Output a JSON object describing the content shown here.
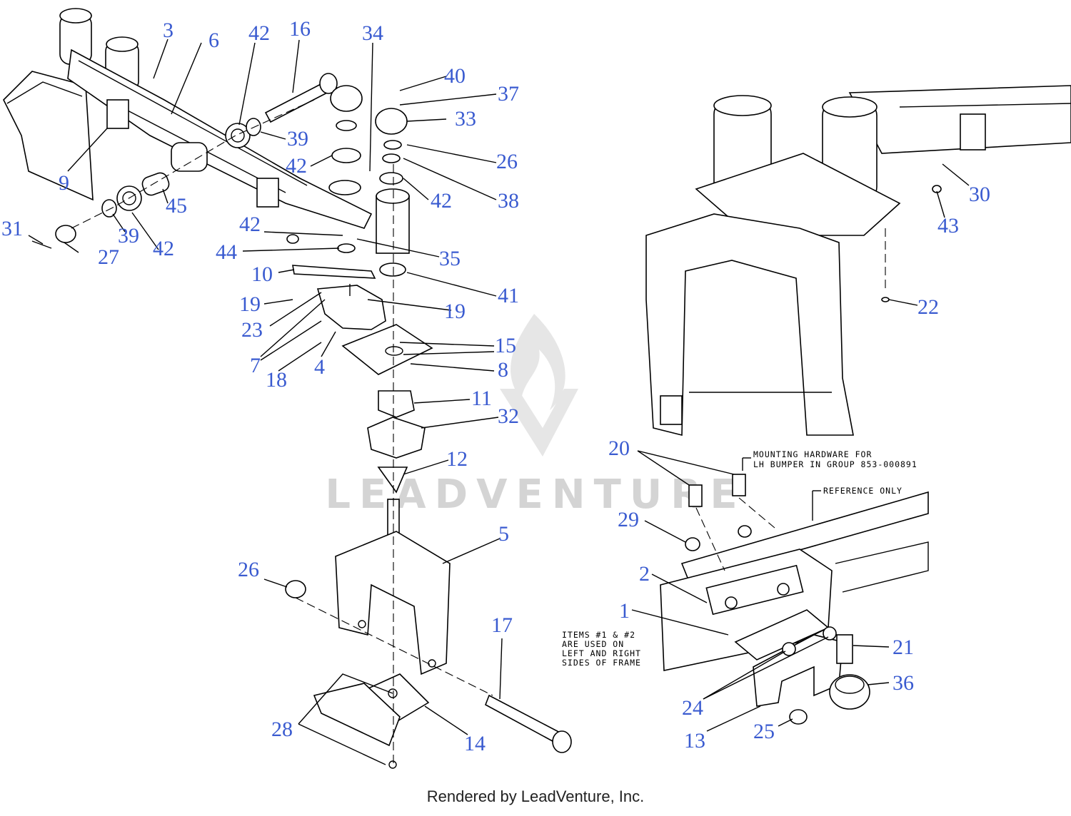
{
  "footer": "Rendered by LeadVenture, Inc.",
  "watermark": "LEADVENTURE",
  "notes": {
    "mounting_1": "MOUNTING HARDWARE FOR",
    "mounting_2": "LH BUMPER IN GROUP 853-000891",
    "reference": "REFERENCE ONLY",
    "items_1": "ITEMS #1 & #2",
    "items_2": "ARE USED ON",
    "items_3": "LEFT AND RIGHT",
    "items_4": "SIDES OF FRAME"
  },
  "colors": {
    "callout": "#3a5bd0",
    "line": "#000000",
    "watermark": "#d4d4d4"
  },
  "callouts": [
    {
      "id": "c3",
      "label": "3"
    },
    {
      "id": "c6",
      "label": "6"
    },
    {
      "id": "c42a",
      "label": "42"
    },
    {
      "id": "c16",
      "label": "16"
    },
    {
      "id": "c34",
      "label": "34"
    },
    {
      "id": "c40",
      "label": "40"
    },
    {
      "id": "c37",
      "label": "37"
    },
    {
      "id": "c33",
      "label": "33"
    },
    {
      "id": "c26a",
      "label": "26"
    },
    {
      "id": "c39a",
      "label": "39"
    },
    {
      "id": "c42b",
      "label": "42"
    },
    {
      "id": "c38",
      "label": "38"
    },
    {
      "id": "c42c",
      "label": "42"
    },
    {
      "id": "c9",
      "label": "9"
    },
    {
      "id": "c45",
      "label": "45"
    },
    {
      "id": "c31",
      "label": "31"
    },
    {
      "id": "c39b",
      "label": "39"
    },
    {
      "id": "c42d",
      "label": "42"
    },
    {
      "id": "c27",
      "label": "27"
    },
    {
      "id": "c42e",
      "label": "42"
    },
    {
      "id": "c35",
      "label": "35"
    },
    {
      "id": "c44",
      "label": "44"
    },
    {
      "id": "c10",
      "label": "10"
    },
    {
      "id": "c41",
      "label": "41"
    },
    {
      "id": "c19a",
      "label": "19"
    },
    {
      "id": "c19b",
      "label": "19"
    },
    {
      "id": "c23",
      "label": "23"
    },
    {
      "id": "c15",
      "label": "15"
    },
    {
      "id": "c7",
      "label": "7"
    },
    {
      "id": "c8",
      "label": "8"
    },
    {
      "id": "c18",
      "label": "18"
    },
    {
      "id": "c4",
      "label": "4"
    },
    {
      "id": "c11",
      "label": "11"
    },
    {
      "id": "c32",
      "label": "32"
    },
    {
      "id": "c12",
      "label": "12"
    },
    {
      "id": "c5",
      "label": "5"
    },
    {
      "id": "c26b",
      "label": "26"
    },
    {
      "id": "c17",
      "label": "17"
    },
    {
      "id": "c28",
      "label": "28"
    },
    {
      "id": "c14",
      "label": "14"
    },
    {
      "id": "c30",
      "label": "30"
    },
    {
      "id": "c43",
      "label": "43"
    },
    {
      "id": "c22",
      "label": "22"
    },
    {
      "id": "c20",
      "label": "20"
    },
    {
      "id": "c29",
      "label": "29"
    },
    {
      "id": "c2",
      "label": "2"
    },
    {
      "id": "c1",
      "label": "1"
    },
    {
      "id": "c21",
      "label": "21"
    },
    {
      "id": "c36",
      "label": "36"
    },
    {
      "id": "c24",
      "label": "24"
    },
    {
      "id": "c13",
      "label": "13"
    },
    {
      "id": "c25",
      "label": "25"
    }
  ]
}
